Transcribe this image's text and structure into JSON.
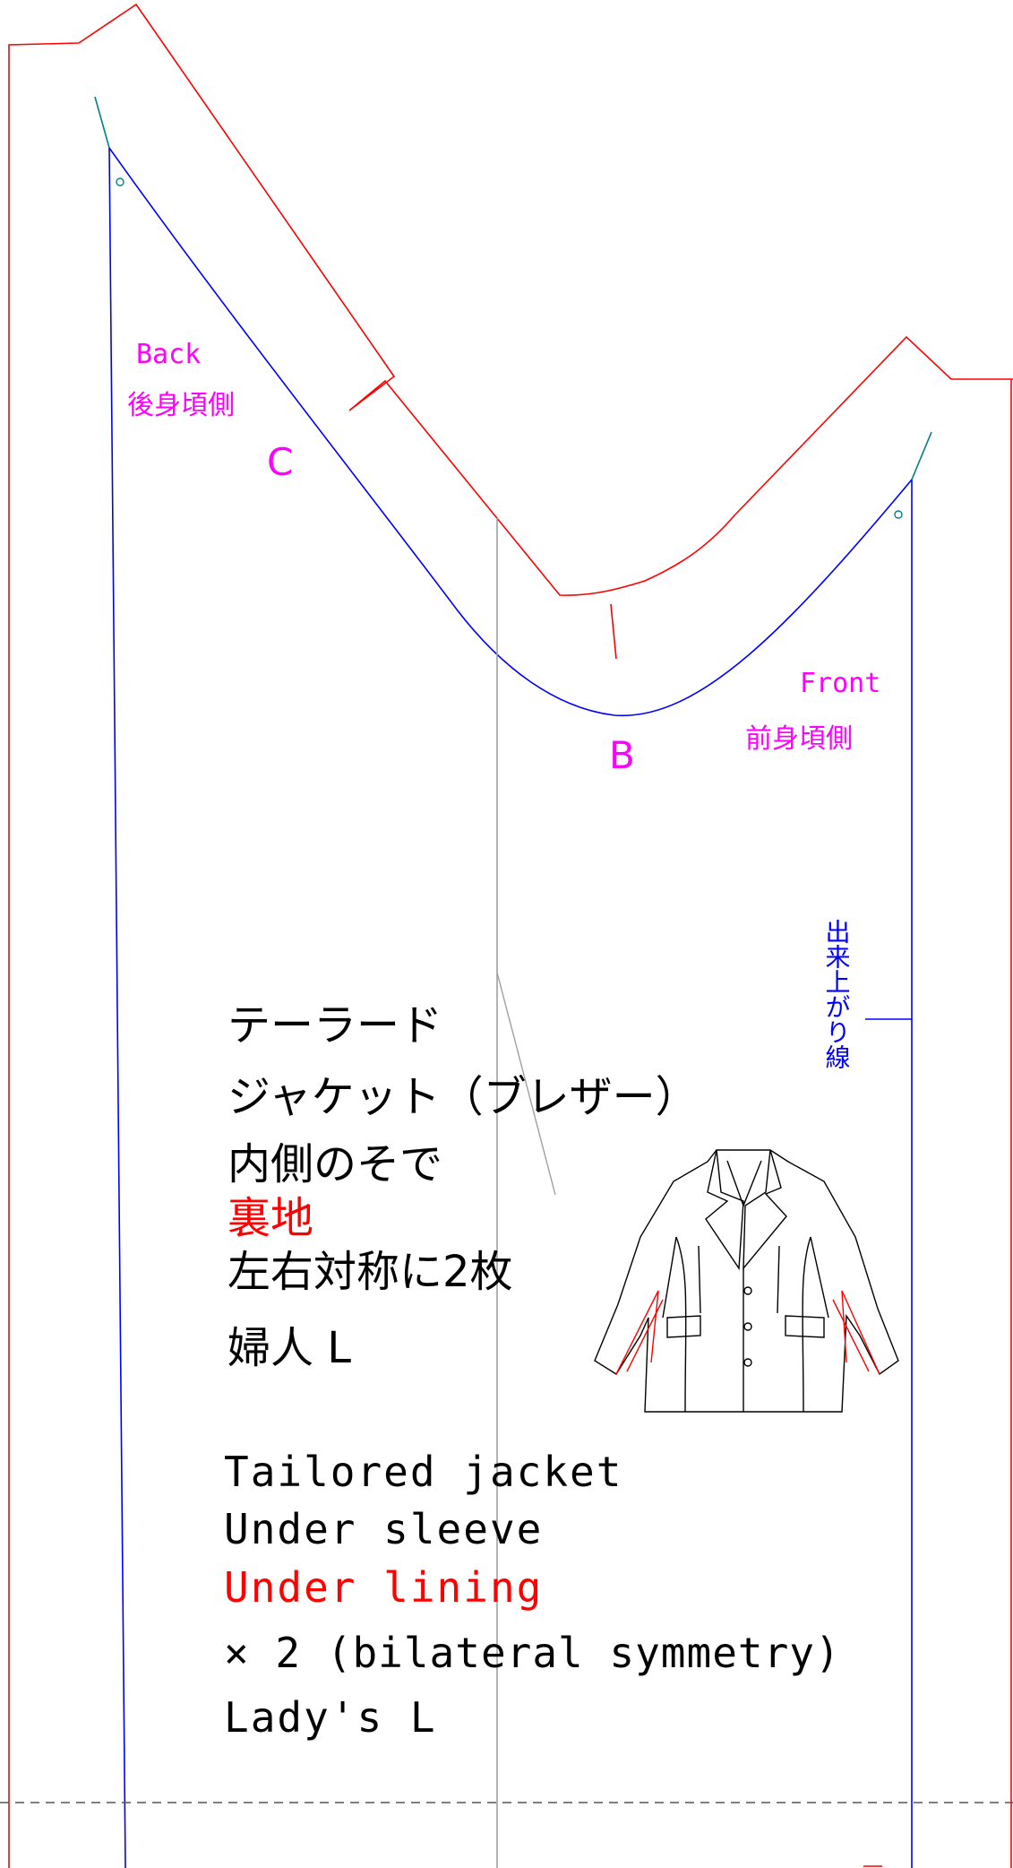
{
  "colors": {
    "cut_line": "#ff0000",
    "finished_line": "#0000ff",
    "label": "#ff00ff",
    "grain": "#a0a0a0",
    "notch_mark": "#008080",
    "text": "#000000",
    "dashed": "#555555"
  },
  "labels": {
    "back_en": "Back",
    "back_ja": "後身頃側",
    "front_en": "Front",
    "front_ja": "前身頃側",
    "point_b": "B",
    "point_c": "C",
    "finished_line": "出来上がり線"
  },
  "title_ja": {
    "line1": "テーラード",
    "line2": "ジャケット（ブレザー）",
    "line3": "内側のそで",
    "line4": "裏地",
    "line5": "左右対称に2枚",
    "line6": "婦人 L"
  },
  "title_en": {
    "line1": "Tailored jacket",
    "line2": "Under sleeve",
    "line3": "Under lining",
    "line4": "× 2 (bilateral symmetry)",
    "line5": "Lady's  L"
  },
  "illustration": {
    "icon": "tailored-jacket-icon"
  }
}
